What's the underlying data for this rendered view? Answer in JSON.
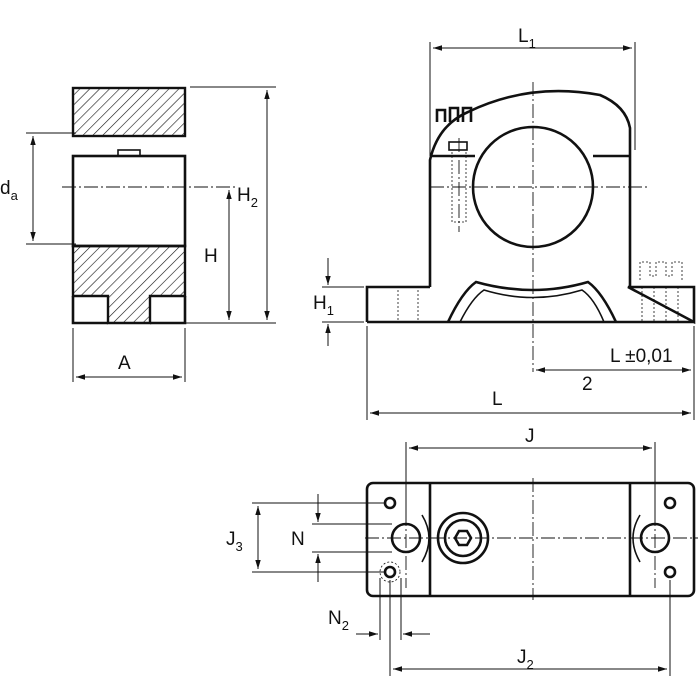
{
  "labels": {
    "L1_main": "L",
    "L1_sub": "1",
    "H2_main": "H",
    "H2_sub": "2",
    "da_main": "d",
    "da_sub": "a",
    "H": "H",
    "A": "A",
    "H1_main": "H",
    "H1_sub": "1",
    "L_half_top": "L ±0,01",
    "L_half_bottom": "2",
    "L": "L",
    "J": "J",
    "J3_main": "J",
    "J3_sub": "3",
    "N": "N",
    "N2_main": "N",
    "N2_sub": "2",
    "J2_main": "J",
    "J2_sub": "2"
  }
}
